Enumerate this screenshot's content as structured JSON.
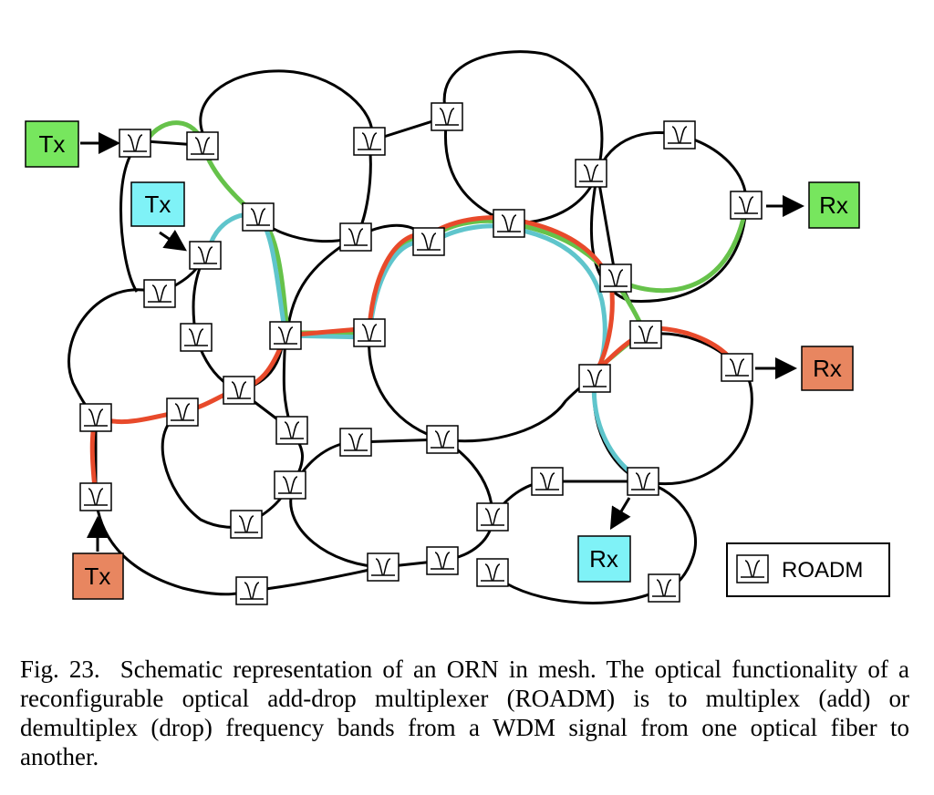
{
  "diagram": {
    "colors": {
      "fiber": "#000000",
      "green_path": "#66c24a",
      "cyan_path": "#5fc5cc",
      "red_path": "#e84a2b",
      "green_box": "#77e65e",
      "cyan_box": "#7ff2f7",
      "orange_box": "#e88660"
    },
    "endpoints": [
      {
        "id": "tx-green",
        "label": "Tx",
        "color": "green"
      },
      {
        "id": "tx-cyan",
        "label": "Tx",
        "color": "cyan"
      },
      {
        "id": "tx-orange",
        "label": "Tx",
        "color": "orange"
      },
      {
        "id": "rx-green",
        "label": "Rx",
        "color": "green"
      },
      {
        "id": "rx-orange",
        "label": "Rx",
        "color": "orange"
      },
      {
        "id": "rx-cyan",
        "label": "Rx",
        "color": "cyan"
      }
    ],
    "roadm_icon": "roadm-switch-icon",
    "legend": {
      "label": "ROADM"
    }
  },
  "caption": {
    "number": "Fig. 23.",
    "text": "Schematic representation of an ORN in mesh. The optical functionality of a reconfigurable optical add-drop multiplexer (ROADM) is to multiplex (add) or demultiplex (drop) frequency bands from a WDM signal from one optical fiber to another."
  }
}
